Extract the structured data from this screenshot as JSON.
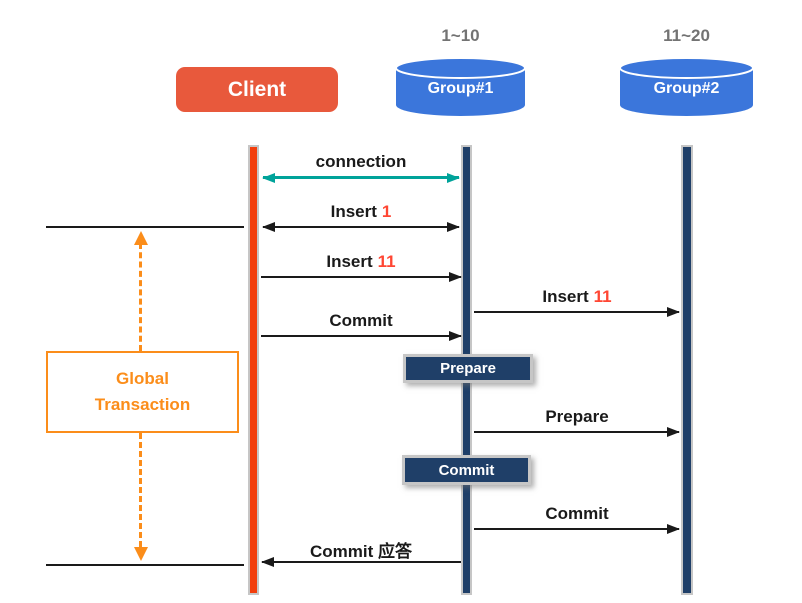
{
  "colors": {
    "client_fill": "#E8593C",
    "client_line": "#F23E0C",
    "group_blue": "#3B76DB",
    "navy": "#1F3F68",
    "teal": "#00A39A",
    "orange": "#FB8D1A",
    "ink": "#1A1A1A",
    "value_red": "#FF4633",
    "range_gray": "#737373",
    "line_border": "#C6C6C6"
  },
  "client": {
    "label": "Client"
  },
  "groups": [
    {
      "range": "1~10",
      "label": "Group#1"
    },
    {
      "range": "11~20",
      "label": "Group#2"
    }
  ],
  "messages": [
    {
      "id": "connection",
      "text": "connection",
      "from": "Client",
      "to": "Group#1",
      "arrow": "double"
    },
    {
      "id": "insert-1",
      "text": "Insert",
      "value": "1",
      "from": "Client",
      "to": "Group#1",
      "arrow": "double"
    },
    {
      "id": "insert-11",
      "text": "Insert",
      "value": "11",
      "from": "Client",
      "to": "Group#1",
      "arrow": "right"
    },
    {
      "id": "commit",
      "text": "Commit",
      "from": "Client",
      "to": "Group#1",
      "arrow": "right"
    },
    {
      "id": "insert-11-forward",
      "text": "Insert",
      "value": "11",
      "from": "Group#1",
      "to": "Group#2",
      "arrow": "right"
    },
    {
      "id": "prepare-forward",
      "text": "Prepare",
      "from": "Group#1",
      "to": "Group#2",
      "arrow": "right"
    },
    {
      "id": "commit-forward",
      "text": "Commit",
      "from": "Group#1",
      "to": "Group#2",
      "arrow": "right"
    },
    {
      "id": "commit-reply",
      "text": "Commit 应答",
      "from": "Group#1",
      "to": "Client",
      "arrow": "left"
    }
  ],
  "badges": [
    {
      "label": "Prepare"
    },
    {
      "label": "Commit"
    }
  ],
  "annotation": {
    "label": "Global\nTransaction"
  }
}
